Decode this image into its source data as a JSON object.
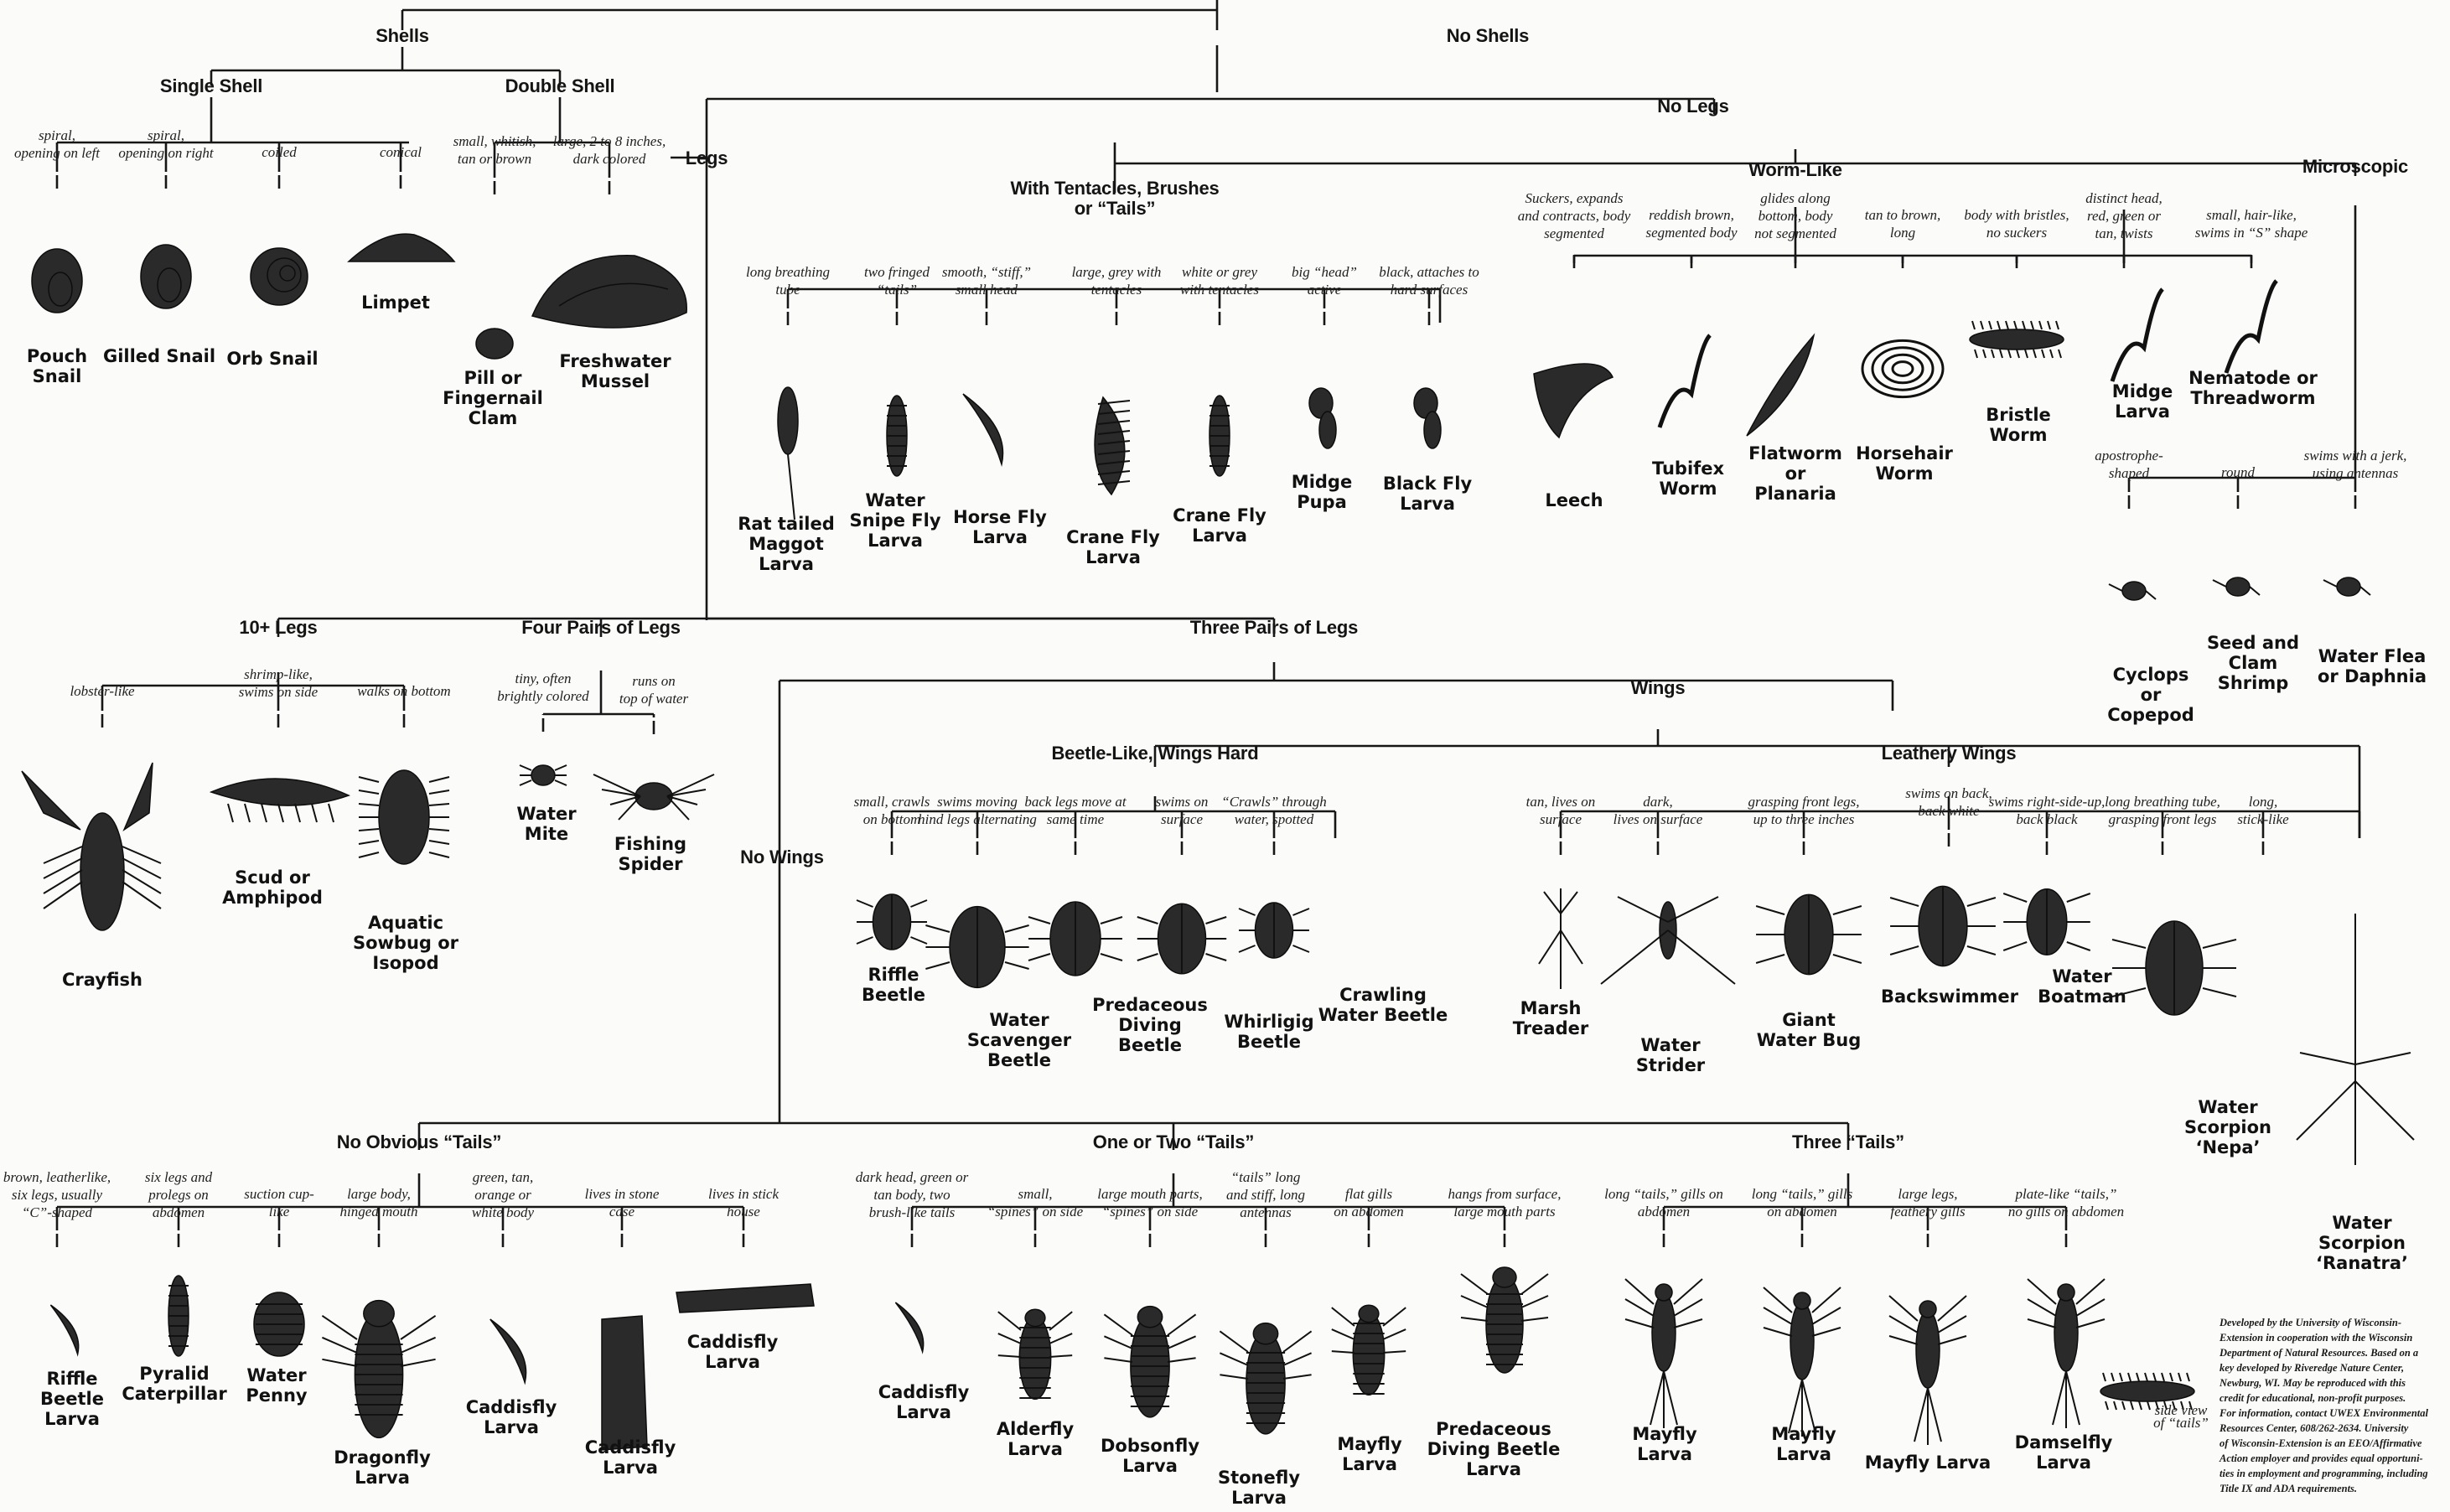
{
  "groups": [
    {
      "key": "shells",
      "label": "Shells"
    },
    {
      "key": "no_shells",
      "label": "No Shells"
    },
    {
      "key": "single_shell",
      "label": "Single Shell"
    },
    {
      "key": "double_shell",
      "label": "Double Shell"
    },
    {
      "key": "legs",
      "label": "Legs"
    },
    {
      "key": "no_legs",
      "label": "No Legs"
    },
    {
      "key": "tentacles",
      "label": [
        "With Tentacles, Brushes",
        "or “Tails”"
      ]
    },
    {
      "key": "worm_like",
      "label": "Worm-Like"
    },
    {
      "key": "microscopic",
      "label": "Microscopic"
    },
    {
      "key": "ten_legs",
      "label": "10+ Legs"
    },
    {
      "key": "four_pairs",
      "label": "Four Pairs of Legs"
    },
    {
      "key": "three_pairs",
      "label": "Three Pairs of Legs"
    },
    {
      "key": "wings",
      "label": "Wings"
    },
    {
      "key": "no_wings",
      "label": "No Wings"
    },
    {
      "key": "beetle_like",
      "label": "Beetle-Like, Wings Hard"
    },
    {
      "key": "leathery",
      "label": "Leathery Wings"
    },
    {
      "key": "no_tails",
      "label": "No Obvious “Tails”"
    },
    {
      "key": "one_two_tails",
      "label": "One or Two “Tails”"
    },
    {
      "key": "three_tails",
      "label": "Three “Tails”"
    }
  ],
  "organisms": [
    {
      "key": "pouch_snail",
      "cue": [
        "spiral,",
        "opening on left"
      ],
      "name": [
        "Pouch",
        "Snail"
      ]
    },
    {
      "key": "gilled_snail",
      "cue": [
        "spiral,",
        "opening on right"
      ],
      "name": [
        "Gilled Snail"
      ]
    },
    {
      "key": "orb_snail",
      "cue": [
        "coiled"
      ],
      "name": [
        "Orb Snail"
      ]
    },
    {
      "key": "limpet",
      "cue": [
        "conical"
      ],
      "name": [
        "Limpet"
      ]
    },
    {
      "key": "pill_clam",
      "cue": [
        "small, whitish,",
        "tan or brown"
      ],
      "name": [
        "Pill or",
        "Fingernail",
        "Clam"
      ]
    },
    {
      "key": "mussel",
      "cue": [
        "large, 2 to 8 inches,",
        "dark colored"
      ],
      "name": [
        "Freshwater",
        "Mussel"
      ]
    },
    {
      "key": "rat_tailed",
      "cue": [
        "long breathing",
        "tube"
      ],
      "name": [
        "Rat tailed",
        "Maggot",
        "Larva"
      ]
    },
    {
      "key": "snipe_fly",
      "cue": [
        "two fringed",
        "“tails”"
      ],
      "name": [
        "Water",
        "Snipe Fly",
        "Larva"
      ]
    },
    {
      "key": "horse_fly",
      "cue": [
        "smooth, “stiff,”",
        "small head"
      ],
      "name": [
        "Horse Fly",
        "Larva"
      ]
    },
    {
      "key": "crane_grey",
      "cue": [
        "large, grey with",
        "tentacles"
      ],
      "name": [
        "Crane Fly",
        "Larva"
      ]
    },
    {
      "key": "crane_white",
      "cue": [
        "white or grey",
        "with tentacles"
      ],
      "name": [
        "Crane Fly",
        "Larva"
      ]
    },
    {
      "key": "midge_pupa",
      "cue": [
        "big “head”",
        "active"
      ],
      "name": [
        "Midge",
        "Pupa"
      ]
    },
    {
      "key": "black_fly",
      "cue": [
        "black, attaches to",
        "hard surfaces"
      ],
      "name": [
        "Black Fly",
        "Larva"
      ]
    },
    {
      "key": "leech",
      "cue": [
        "Suckers, expands",
        "and contracts, body",
        "segmented"
      ],
      "name": [
        "Leech"
      ]
    },
    {
      "key": "tubifex",
      "cue": [
        "reddish brown,",
        "segmented body"
      ],
      "name": [
        "Tubifex",
        "Worm"
      ]
    },
    {
      "key": "flatworm",
      "cue": [
        "glides along",
        "bottom, body",
        "not segmented"
      ],
      "name": [
        "Flatworm",
        "or",
        "Planaria"
      ]
    },
    {
      "key": "horsehair",
      "cue": [
        "tan to brown,",
        "long"
      ],
      "name": [
        "Horsehair",
        "Worm"
      ]
    },
    {
      "key": "bristle",
      "cue": [
        "body with bristles,",
        "no suckers"
      ],
      "name": [
        "Bristle",
        "Worm"
      ]
    },
    {
      "key": "midge_larva",
      "cue": [
        "distinct head,",
        "red, green or",
        "tan, twists"
      ],
      "name": [
        "Midge",
        "Larva"
      ]
    },
    {
      "key": "nematode",
      "cue": [
        "small, hair-like,",
        "swims in “S” shape"
      ],
      "name": [
        "Nematode or",
        "Threadworm"
      ]
    },
    {
      "key": "cyclops",
      "cue": [
        "apostrophe-",
        "shaped"
      ],
      "name": [
        "Cyclops",
        "or",
        "Copepod"
      ]
    },
    {
      "key": "seed_shrimp",
      "cue": [
        "round"
      ],
      "name": [
        "Seed and",
        "Clam",
        "Shrimp"
      ]
    },
    {
      "key": "water_flea",
      "cue": [
        "swims with a jerk,",
        "using antennas"
      ],
      "name": [
        "Water Flea",
        "or Daphnia"
      ]
    },
    {
      "key": "crayfish",
      "cue": [
        "lobster-like"
      ],
      "name": [
        "Crayfish"
      ]
    },
    {
      "key": "scud",
      "cue": [
        "shrimp-like,",
        "swims on side"
      ],
      "name": [
        "Scud or",
        "Amphipod"
      ]
    },
    {
      "key": "sowbug",
      "cue": [
        "walks on bottom"
      ],
      "name": [
        "Aquatic",
        "Sowbug or",
        "Isopod"
      ]
    },
    {
      "key": "water_mite",
      "cue": [
        "tiny, often",
        "brightly colored"
      ],
      "name": [
        "Water",
        "Mite"
      ]
    },
    {
      "key": "fishing_spider",
      "cue": [
        "runs on",
        "top of water"
      ],
      "name": [
        "Fishing",
        "Spider"
      ]
    },
    {
      "key": "riffle_beetle",
      "cue": [
        "small, crawls",
        "on bottom"
      ],
      "name": [
        "Riffle",
        "Beetle"
      ]
    },
    {
      "key": "scavenger",
      "cue": [
        "swims moving",
        "hind legs alternating"
      ],
      "name": [
        "Water",
        "Scavenger",
        "Beetle"
      ]
    },
    {
      "key": "predaceous",
      "cue": [
        "back legs move at",
        "same time"
      ],
      "name": [
        "Predaceous",
        "Diving",
        "Beetle"
      ]
    },
    {
      "key": "whirligig",
      "cue": [
        "swims on",
        "surface"
      ],
      "name": [
        "Whirligig",
        "Beetle"
      ]
    },
    {
      "key": "crawling",
      "cue": [
        "“Crawls” through",
        "water, spotted"
      ],
      "name": [
        "Crawling",
        "Water Beetle"
      ]
    },
    {
      "key": "marsh_treader",
      "cue": [
        "tan, lives on",
        "surface"
      ],
      "name": [
        "Marsh",
        "Treader"
      ]
    },
    {
      "key": "strider",
      "cue": [
        "dark,",
        "lives on surface"
      ],
      "name": [
        "Water",
        "Strider"
      ]
    },
    {
      "key": "giant_bug",
      "cue": [
        "grasping front legs,",
        "up to three inches"
      ],
      "name": [
        "Giant",
        "Water Bug"
      ]
    },
    {
      "key": "backswimmer",
      "cue": [
        "swims on back,",
        "back white"
      ],
      "name": [
        "Backswimmer"
      ]
    },
    {
      "key": "boatman",
      "cue": [
        "swims right-side-up,",
        "back black"
      ],
      "name": [
        "Water",
        "Boatman"
      ]
    },
    {
      "key": "nepa",
      "cue": [
        "long breathing tube,",
        "grasping front legs"
      ],
      "name": [
        "Water",
        "Scorpion",
        "‘Nepa’"
      ]
    },
    {
      "key": "ranatra",
      "cue": [
        "long,",
        "stick-like"
      ],
      "name": [
        "Water",
        "Scorpion",
        "‘Ranatra’"
      ]
    },
    {
      "key": "riffle_larva",
      "cue": [
        "brown, leatherlike,",
        "six legs, usually",
        "“C”-shaped"
      ],
      "name": [
        "Riffle",
        "Beetle",
        "Larva"
      ]
    },
    {
      "key": "pyralid",
      "cue": [
        "six legs and",
        "prolegs on",
        "abdomen"
      ],
      "name": [
        "Pyralid",
        "Caterpillar"
      ]
    },
    {
      "key": "water_penny",
      "cue": [
        "suction cup-",
        "like"
      ],
      "name": [
        "Water",
        "Penny"
      ]
    },
    {
      "key": "dragonfly",
      "cue": [
        "large body,",
        "hinged mouth"
      ],
      "name": [
        "Dragonfly",
        "Larva"
      ]
    },
    {
      "key": "caddis_green",
      "cue": [
        "green, tan,",
        "orange or",
        "white body"
      ],
      "name": [
        "Caddisfly",
        "Larva"
      ]
    },
    {
      "key": "caddis_stone",
      "cue": [
        "lives in stone",
        "case"
      ],
      "name": [
        "Caddisfly",
        "Larva"
      ]
    },
    {
      "key": "caddis_stick",
      "cue": [
        "lives in stick",
        "house"
      ],
      "name": [
        "Caddisfly",
        "Larva"
      ]
    },
    {
      "key": "caddis_brush",
      "cue": [
        "dark head, green or",
        "tan body, two",
        "brush-like tails"
      ],
      "name": [
        "Caddisfly",
        "Larva"
      ]
    },
    {
      "key": "alderfly",
      "cue": [
        "small,",
        "“spines” on side"
      ],
      "name": [
        "Alderfly",
        "Larva"
      ]
    },
    {
      "key": "dobsonfly",
      "cue": [
        "large mouth parts,",
        "“spines” on side"
      ],
      "name": [
        "Dobsonfly",
        "Larva"
      ]
    },
    {
      "key": "stonefly",
      "cue": [
        "“tails” long",
        "and stiff, long",
        "antennas"
      ],
      "name": [
        "Stonefly",
        "Larva"
      ]
    },
    {
      "key": "mayfly_flat",
      "cue": [
        "flat gills",
        "on abdomen"
      ],
      "name": [
        "Mayfly",
        "Larva"
      ]
    },
    {
      "key": "pred_diving_larva",
      "cue": [
        "hangs from surface,",
        "large mouth parts"
      ],
      "name": [
        "Predaceous",
        "Diving Beetle",
        "Larva"
      ]
    },
    {
      "key": "mayfly_a",
      "cue": [
        "long “tails,” gills on",
        "abdomen"
      ],
      "name": [
        "Mayfly",
        "Larva"
      ]
    },
    {
      "key": "mayfly_b",
      "cue": [
        "long “tails,” gills",
        "on abdomen"
      ],
      "name": [
        "Mayfly",
        "Larva"
      ]
    },
    {
      "key": "mayfly_c",
      "cue": [
        "large legs,",
        "feathery gills"
      ],
      "name": [
        "Mayfly Larva"
      ]
    },
    {
      "key": "damselfly",
      "cue": [
        "plate-like “tails,”",
        "no gills on abdomen"
      ],
      "name": [
        "Damselfly",
        "Larva"
      ]
    }
  ],
  "side_view_note": [
    "side view",
    "of “tails”"
  ],
  "credit": [
    "Developed by the University of Wisconsin-",
    "Extension in cooperation with the Wisconsin",
    "Department of Natural Resources. Based on a",
    "key developed by Riveredge Nature Center,",
    "Newburg, WI. May be reproduced with this",
    "credit for educational, non-profit purposes.",
    "For information, contact UWEX Environmental",
    "Resources Center, 608/262-2634. University",
    "of Wisconsin-Extension is an EEO/Affirmative",
    "Action employer and provides equal opportuni-",
    "ties in employment and programming, including",
    "Title IX and ADA requirements."
  ],
  "colors": {
    "ink": "#141414",
    "paper": "#fbfbf9"
  }
}
